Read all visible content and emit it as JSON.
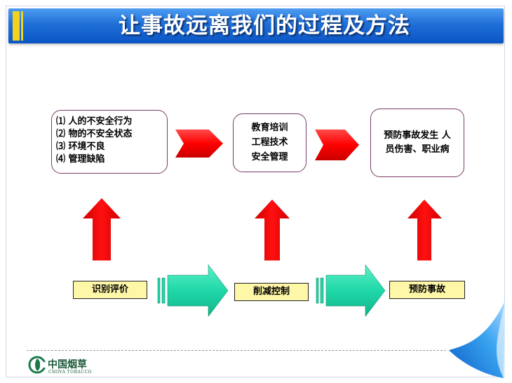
{
  "title": "让事故远离我们的过程及方法",
  "box_causes": {
    "lines": [
      "⑴ 人的不安全行为",
      "⑵ 物的不安全状态",
      "⑶ 环境不良",
      "⑷ 管理缺陷"
    ]
  },
  "box_methods": {
    "lines": [
      "教育培训",
      "工程技术",
      "安全管理"
    ]
  },
  "box_goal": {
    "lines": [
      "预防事故发生 人",
      "员伤害、职业病"
    ]
  },
  "steps": {
    "step1": "识别评价",
    "step2": "削减控制",
    "step3": "预防事故"
  },
  "logo": {
    "name_cn": "中国烟草",
    "name_en": "CHINA TOBACCO"
  },
  "colors": {
    "title_bar": "#1f6fd8",
    "title_accent": "#f2d21b",
    "red_arrow": "#ff0000",
    "teal_arrow": "#1fe0b0",
    "step_label_bg": "#fff7a8",
    "box_border": "#7a3a66",
    "page_curl": "#1a8be0"
  }
}
